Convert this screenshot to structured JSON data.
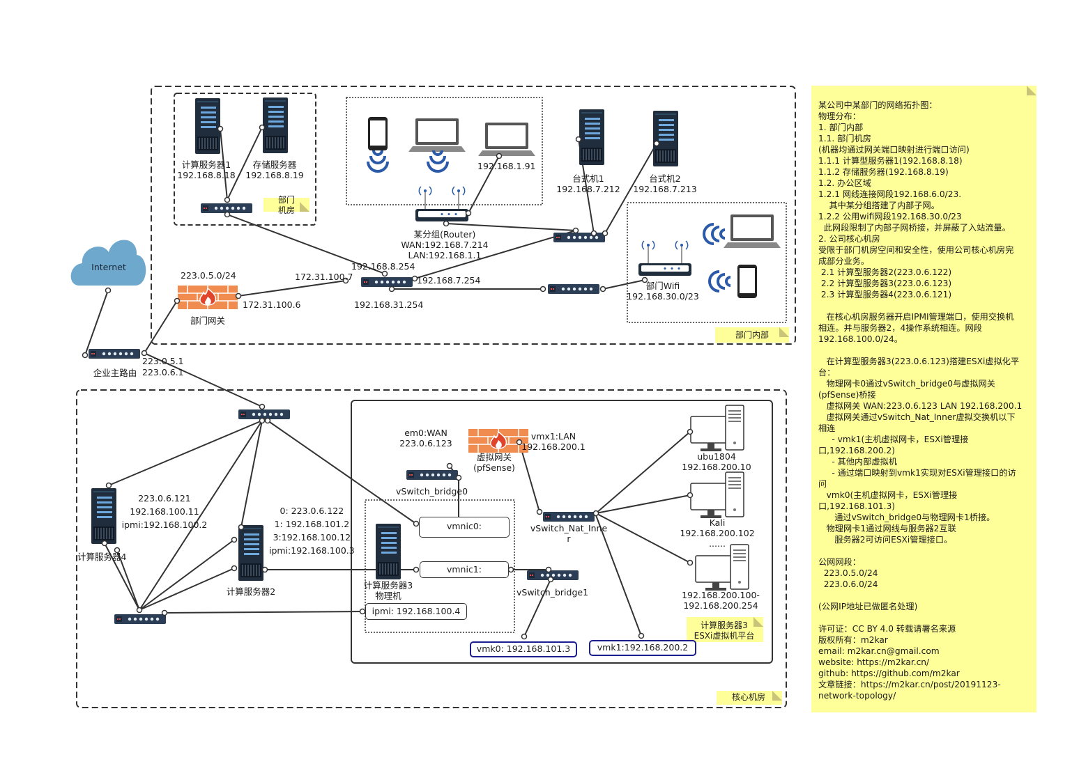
{
  "internet": "Internet",
  "gateway": {
    "label": "部门网关",
    "subnet": "223.0.5.0/24",
    "ip": "172.31.100.6"
  },
  "core_router": {
    "label": "企业主路由",
    "ip1": "223.0.5.1",
    "ip2": "223.0.6.1"
  },
  "dept_router": {
    "ip_8": "192.168.8.254",
    "ip_172": "172.31.100.7",
    "ip_7": "192.168.7.254",
    "ip_31": "192.168.31.254"
  },
  "server_room": {
    "title": "部门\n机房",
    "server1": "计算服务器1\n192.168.8.18",
    "server_storage": "存储服务器\n192.168.8.19"
  },
  "wifi_group": {
    "router": "某分组(Router)\nWAN:192.168.7.214\nLAN:192.168.1.1",
    "laptop_ip": "192.168.1.91"
  },
  "desktops": {
    "d1": "台式机1\n192.168.7.212",
    "d2": "台式机2\n192.168.7.213"
  },
  "dept_wifi": {
    "label": "部门Wifi\n192.168.30.0/23"
  },
  "dept_inner_title": "部门内部",
  "core_title": "核心机房",
  "server4": {
    "label": "计算服务器4",
    "info": "223.0.6.121\n192.168.100.11\nipmi:192.168.100.2"
  },
  "server2": {
    "label": "计算服务器2",
    "info": "0: 223.0.6.122\n1: 192.168.101.2\n3:192.168.100.12\nipmi:192.168.100.3"
  },
  "server3": {
    "label": "计算服务器3\n物理机"
  },
  "esxi": {
    "title": "计算服务器3\nESXi虚拟机平台",
    "em0": "em0:WAN\n223.0.6.123",
    "vgw": "虚拟网关\n(pfSense)",
    "vmx1": "vmx1:LAN\n192.168.200.1",
    "bridge0": "vSwitch_bridge0",
    "nat_inner": "vSwitch_Nat_Inne\nr",
    "bridge1": "vSwitch_bridge1",
    "vmnic0": "vmnic0:",
    "vmnic1": "vmnic1:",
    "ipmi": "ipmi: 192.168.100.4",
    "vmk0": "vmk0: 192.168.101.3",
    "vmk1": "vmk1:192.168.200.2",
    "ubu": "ubu1804\n192.168.200.10",
    "kali": "Kali\n192.168.200.102\n......",
    "range": "192.168.200.100-\n192.168.200.254"
  },
  "note": "某公司中某部门的网络拓扑图：\n物理分布：\n1. 部门内部\n1.1. 部门机房\n(机器均通过网关端口映射进行端口访问)\n1.1.1 计算型服务器1(192.168.8.18)\n1.1.2 存储服务器(192.168.8.19)\n1.2. 办公区域\n1.2.1 网线连接网段192.168.6.0/23.\n    其中某分组搭建了内部子网。\n1.2.2 公用wifi网段192.168.30.0/23\n  此网段限制了内部子网桥接，并屏蔽了入站流量。\n2. 公司核心机房\n受限于部门机房空间和安全性，使用公司核心机房完\n成部分业务。\n 2.1 计算型服务器2(223.0.6.122)\n 2.2 计算型服务器3(223.0.6.123)\n 2.3 计算型服务器4(223.0.6.121)\n\n   在核心机房服务器开启IPMI管理端口，使用交换机\n相连。并与服务器2，4操作系统相连。网段\n192.168.100.0/24。\n\n   在计算型服务器3(223.0.6.123)搭建ESXi虚拟化平\n台：\n   物理网卡0通过vSwitch_bridge0与虚拟网关\n(pfSense)桥接\n   虚拟网关 WAN:223.0.6.123 LAN 192.168.200.1\n   虚拟网关通过vSwitch_Nat_Inner虚拟交换机以下\n相连\n     - vmk1(主机虚拟网卡，ESXi管理接\n口,192.168.200.2)\n     - 其他内部虚拟机\n     - 通过端口映射到vmk1实现对ESXi管理接口的访\n问\n   vmk0(主机虚拟网卡，ESXi管理接\n口,192.168.101.3)\n      通过vSwitch_bridge0与物理网卡1桥接。\n   物理网卡1通过网线与服务器2互联\n      服务器2可访问ESXi管理接口。\n\n公网网段：\n  223.0.5.0/24\n  223.0.6.0/24\n\n(公网IP地址已做匿名处理)\n\n许可证：CC BY 4.0 转载请署名来源\n版权所有：m2kar\nemail: m2kar.cn@gmail.com\nwebsite: https://m2kar.cn/\ngithub: https://github.com/m2kar\n文章链接：https://m2kar.cn/post/20191123-\nnetwork-topology/"
}
